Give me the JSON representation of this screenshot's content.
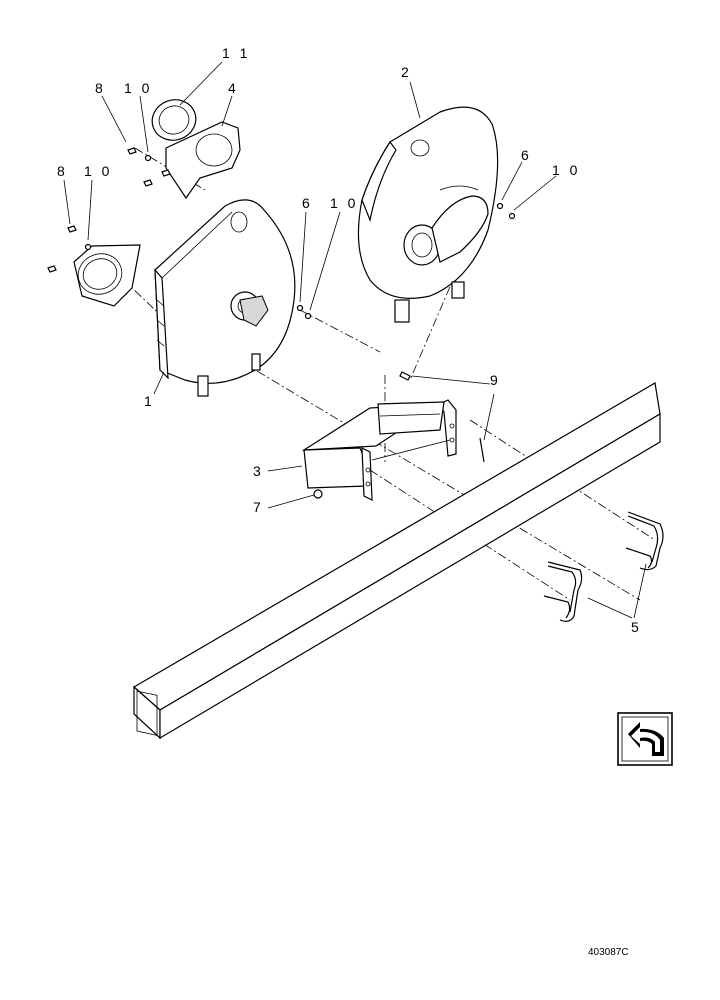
{
  "callouts": {
    "c1": "1",
    "c2": "2",
    "c3": "3",
    "c4": "4",
    "c5": "5",
    "c6a": "6",
    "c6b": "6",
    "c7": "7",
    "c8a": "8",
    "c8b": "8",
    "c9": "9",
    "c10a": "1 0",
    "c10b": "1 0",
    "c10c": "1 0",
    "c10d": "1 0",
    "c11": "1 1"
  },
  "drawing_code": "403087C",
  "nav_icon": "return-arrow-icon"
}
